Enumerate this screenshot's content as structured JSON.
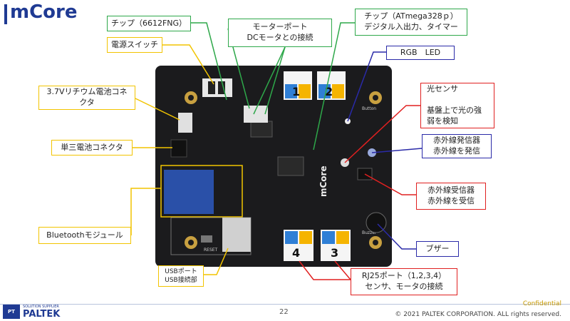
{
  "header": {
    "title": "mCore"
  },
  "callouts": {
    "chip_6612": "チップ（6612FNG）",
    "motor_port": "モーターポート\nDCモータとの接続",
    "chip_atmega": "チップ（ATmega328ｐ）\nデジタル入出力、タイマー",
    "power_switch": "電源スイッチ",
    "rgb_led": "RGB　LED",
    "battery_connector": "3.7Vリチウム電池コネ\nクタ",
    "light_sensor": "光センサ\n\n基盤上で光の強\n弱を検知",
    "aa_connector": "単三電池コネクタ",
    "ir_emitter": "赤外線発信器\n赤外線を発信",
    "ir_receiver": "赤外線受信器\n赤外線を受信",
    "bluetooth": "Bluetoothモジュール",
    "buzzer": "ブザー",
    "usb_port": "USBポート\nUSB接続部",
    "rj25_port": "RJ25ポート（1,2,3,4）\nセンサ、モータの接続"
  },
  "board_labels": {
    "port1": "1",
    "port2": "2",
    "port3": "3",
    "port4": "4",
    "brand": "mCore",
    "reset": "RESET",
    "button": "Button",
    "buzzer": "Buzzer"
  },
  "footer": {
    "logo_small": "SOLUTION SUPPLIER",
    "logo": "PALTEK",
    "page_number": "22",
    "confidential": "Confidential",
    "copyright": "© 2021 PALTEK CORPORATION. ALL rights reserved."
  },
  "colors": {
    "title": "#1f3a93",
    "green": "#2ea84a",
    "yellow": "#f2c400",
    "blue": "#2a2aa8",
    "red": "#e02020"
  }
}
